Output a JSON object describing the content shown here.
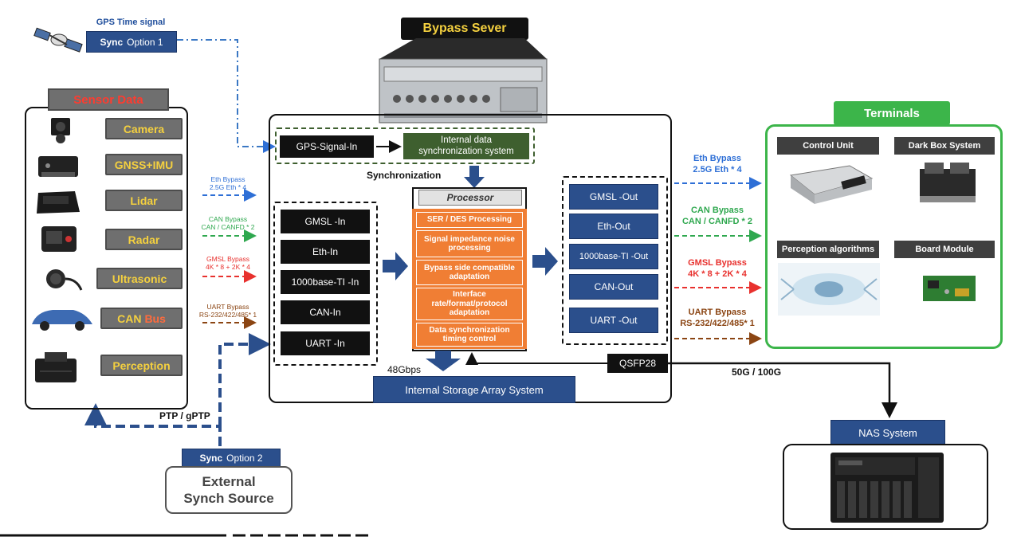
{
  "gps": {
    "title": "GPS Time signal",
    "sync_word": "Sync",
    "option": "Option 1"
  },
  "server": {
    "title": "Bypass Sever"
  },
  "sensor_panel": {
    "title": "Sensor Data",
    "items": [
      {
        "label": "Camera",
        "icon": "camera-icon"
      },
      {
        "label": "GNSS+IMU",
        "icon": "gnss-imu-icon"
      },
      {
        "label": "Lidar",
        "icon": "lidar-icon"
      },
      {
        "label": "Radar",
        "icon": "radar-icon"
      },
      {
        "label": "Ultrasonic",
        "icon": "ultrasonic-icon"
      },
      {
        "label_a": "CAN",
        "label_b": "Bus",
        "icon": "car-icon"
      },
      {
        "label": "Perception",
        "icon": "perception-box-icon"
      }
    ]
  },
  "left_bypass": [
    {
      "line1": "Eth Bypass",
      "line2": "2.5G Eth * 4",
      "color": "#2e6fd6"
    },
    {
      "line1": "CAN Bypass",
      "line2": "CAN / CANFD * 2",
      "color": "#2fa84f"
    },
    {
      "line1": "GMSL Bypass",
      "line2": "4K * 8 + 2K * 4",
      "color": "#e8312e"
    },
    {
      "line1": "UART Bypass",
      "line2": "RS-232/422/485* 1",
      "color": "#8b4513"
    }
  ],
  "sync_block": {
    "gps_in": "GPS-Signal-In",
    "internal_sync_line1": "Internal data",
    "internal_sync_line2": "synchronization system",
    "sync_label": "Synchronization"
  },
  "inputs": [
    "GMSL -In",
    "Eth-In",
    "1000base-TI -In",
    "CAN-In",
    "UART -In"
  ],
  "processor": {
    "title": "Processor",
    "items": [
      "SER / DES Processing",
      "Signal impedance noise processing",
      "Bypass side compatible adaptation",
      "Interface rate/format/protocol adaptation",
      "Data synchronization timing control"
    ]
  },
  "outputs": [
    "GMSL -Out",
    "Eth-Out",
    "1000base-TI -Out",
    "CAN-Out",
    "UART -Out"
  ],
  "storage": {
    "rate": "48Gbps",
    "label": "Internal Storage Array System"
  },
  "qsfp": {
    "label": "QSFP28",
    "speed": "50G / 100G"
  },
  "right_bypass": [
    {
      "line1": "Eth Bypass",
      "line2": "2.5G Eth * 4",
      "color": "#2e6fd6"
    },
    {
      "line1": "CAN Bypass",
      "line2": "CAN / CANFD * 2",
      "color": "#2fa84f"
    },
    {
      "line1": "GMSL Bypass",
      "line2": "4K * 8 + 2K * 4",
      "color": "#e8312e"
    },
    {
      "line1": "UART Bypass",
      "line2": "RS-232/422/485* 1",
      "color": "#8b4513"
    }
  ],
  "terminals": {
    "title": "Terminals",
    "items": [
      "Control Unit",
      "Dark Box System",
      "Perception algorithms",
      "Board Module"
    ]
  },
  "nas": {
    "label": "NAS System"
  },
  "ptp": {
    "label": "PTP / gPTP"
  },
  "sync2": {
    "sync_word": "Sync",
    "option": "Option 2"
  },
  "external": {
    "line1": "External",
    "line2": "Synch Source"
  },
  "colors": {
    "navy": "#2b4f8c",
    "orange": "#f07e34",
    "green": "#3cb54a",
    "dark_green": "#3e5f2f"
  }
}
